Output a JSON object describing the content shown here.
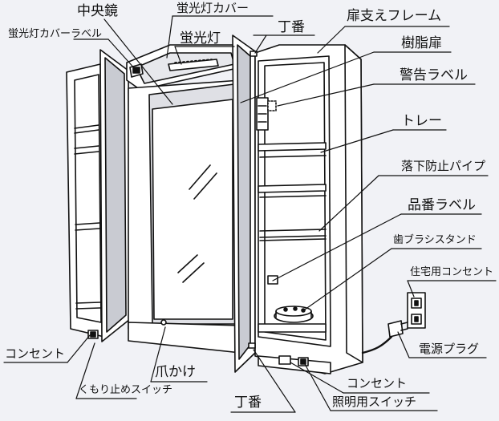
{
  "labels": {
    "central_mirror": "中央鏡",
    "fluorescent_cover": "蛍光灯カバー",
    "fluorescent_cover_label": "蛍光灯カバーラベル",
    "fluorescent_lamp": "蛍光灯",
    "hinge_top": "丁番",
    "door_frame": "扉支えフレーム",
    "resin_door": "樹脂扉",
    "warning_label": "警告ラベル",
    "tray": "トレー",
    "fall_prevention_pipe": "落下防止パイプ",
    "product_number_label": "品番ラベル",
    "toothbrush_stand": "歯ブラシスタンド",
    "household_outlet": "住宅用コンセント",
    "power_plug": "電源プラグ",
    "outlet_left": "コンセント",
    "outlet_right": "コンセント",
    "claw_hook": "爪かけ",
    "antifog_switch": "くもり止めスイッチ",
    "hinge_bottom": "丁番",
    "light_switch": "照明用スイッチ"
  }
}
